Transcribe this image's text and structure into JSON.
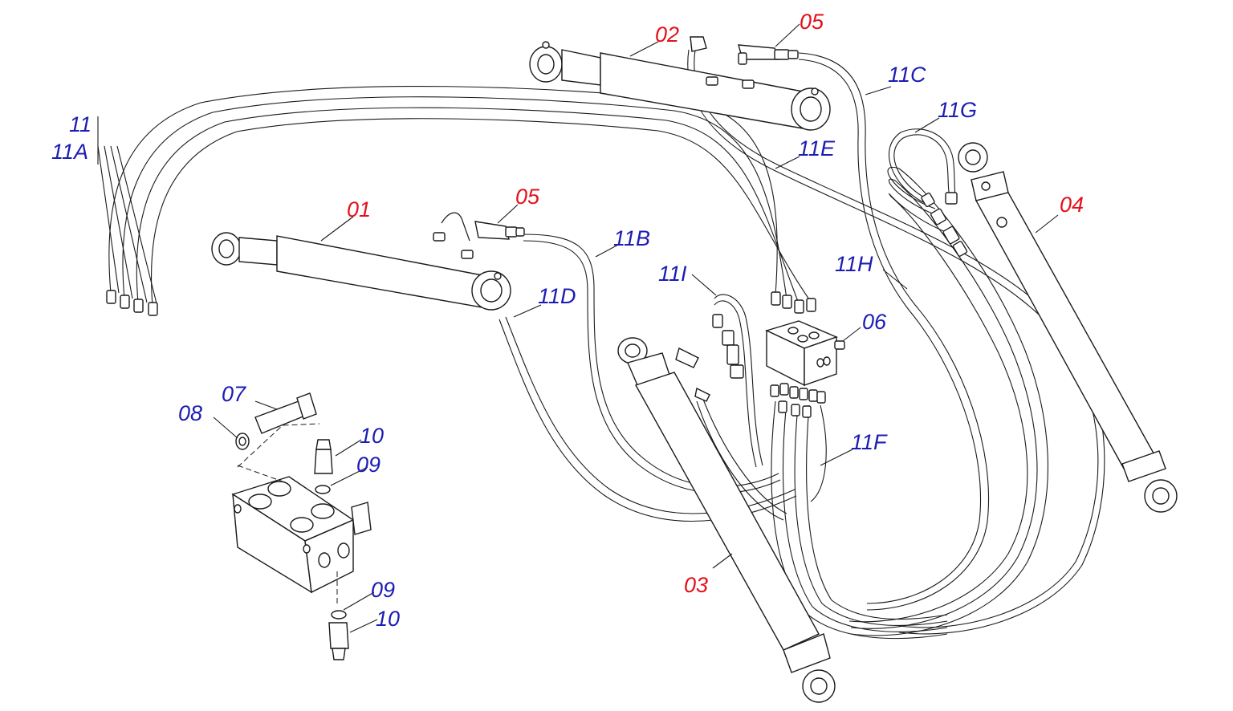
{
  "colors": {
    "part_label": "#e3111b",
    "hose_label": "#1c1cb4",
    "line": "#1a1a1a",
    "background": "#ffffff"
  },
  "labels": {
    "cyl_01": "01",
    "cyl_02": "02",
    "cyl_03": "03",
    "cyl_04": "04",
    "fitting_05_top": "05",
    "fitting_05_mid": "05",
    "block_06": "06",
    "bolt_07": "07",
    "washer_08": "08",
    "oring_09_top": "09",
    "oring_09_bottom": "09",
    "union_10_top": "10",
    "union_10_bottom": "10",
    "hose_11": "11",
    "hose_11A": "11A",
    "hose_11B": "11B",
    "hose_11C": "11C",
    "hose_11D": "11D",
    "hose_11E": "11E",
    "hose_11F": "11F",
    "hose_11G": "11G",
    "hose_11H": "11H",
    "hose_11I": "11I"
  }
}
